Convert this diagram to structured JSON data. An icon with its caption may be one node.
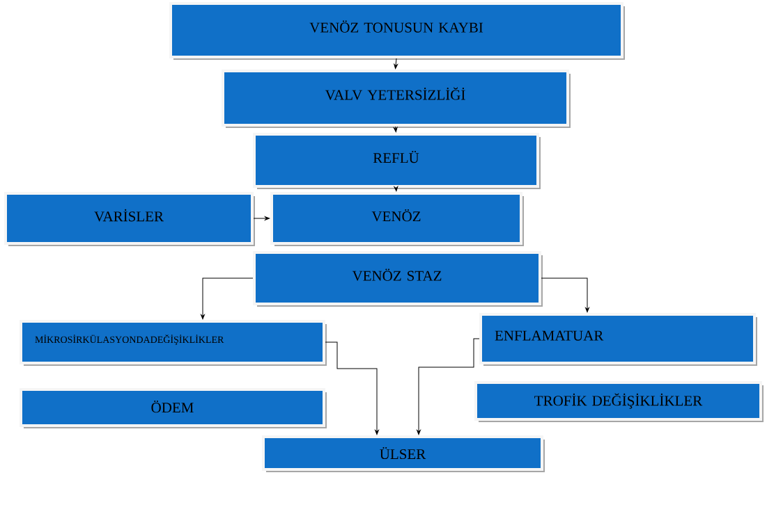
{
  "diagram": {
    "nodes": [
      {
        "text": [
          "VENÖZ TONUSUN KAYBI"
        ]
      },
      {
        "text": [
          "VALV YETERSİZLİĞİ"
        ]
      },
      {
        "text": [
          "REFLÜ"
        ]
      },
      {
        "text": [
          "VARİSLER"
        ]
      },
      {
        "text": [
          "VENÖZ"
        ]
      },
      {
        "text": [
          "VENÖZ STAZ"
        ]
      },
      {
        "text": [
          "MİKROSİRKÜLASYONDADEĞİŞİKLİKLER"
        ]
      },
      {
        "text": [
          "ENFLAMATUAR"
        ]
      },
      {
        "text": [
          "ÖDEM"
        ]
      },
      {
        "text": [
          "TROFİK DEĞİŞİKLİKLER"
        ]
      },
      {
        "text": [
          "ÜLSER"
        ]
      }
    ],
    "edges": [
      {
        "from": 0,
        "to": 1,
        "arrow": "to"
      },
      {
        "from": 1,
        "to": 2,
        "arrow": "to"
      },
      {
        "from": 2,
        "to": 4,
        "arrow": "to"
      },
      {
        "from": 3,
        "to": 4,
        "arrow": "to"
      },
      {
        "from": 5,
        "to": 6,
        "arrow": "to"
      },
      {
        "from": 5,
        "to": 7,
        "arrow": "to"
      },
      {
        "from": 6,
        "to": 10,
        "arrow": "to"
      },
      {
        "from": 7,
        "to": 10,
        "arrow": "to"
      }
    ]
  }
}
